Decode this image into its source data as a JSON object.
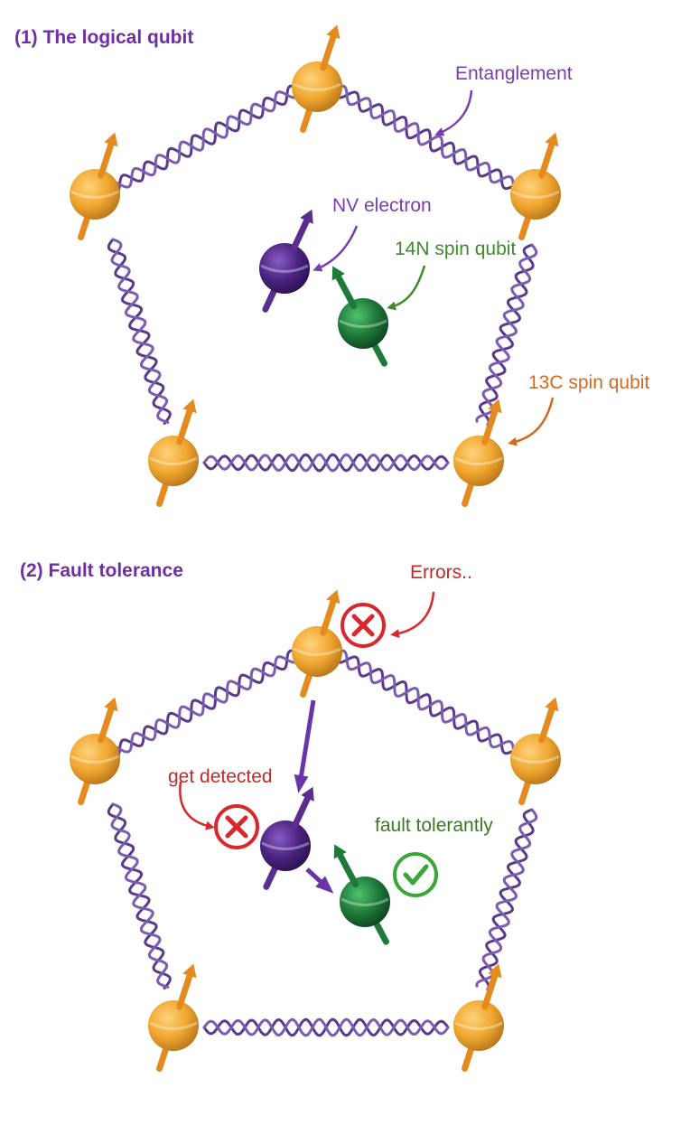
{
  "colors": {
    "title": "#6f2da8",
    "helix": "#5b3a8e",
    "carbon_spin": "#f0a830",
    "carbon_arrow": "#e58a1f",
    "nv_electron": "#5a2d91",
    "nitrogen": "#1f7a3a",
    "error_red": "#d8282e",
    "check_green": "#3aa63a",
    "carbon_label": "#d2691e",
    "nitrogen_label": "#3f8a2a",
    "electron_label": "#7a3db0",
    "error_label": "#c62828",
    "success_label": "#3b7a22"
  },
  "panel1": {
    "title": "(1) The logical qubit",
    "labels": {
      "entanglement": "Entanglement",
      "nv_electron": "NV electron",
      "nitrogen_qubit": "14N spin qubit",
      "carbon_qubit": "13C spin qubit"
    }
  },
  "panel2": {
    "title": "(2) Fault tolerance",
    "labels": {
      "errors": "Errors..",
      "get_detected": "get detected",
      "fault_tolerantly": "fault tolerantly"
    },
    "icons": [
      "cross-icon",
      "cross-icon",
      "check-icon"
    ]
  }
}
